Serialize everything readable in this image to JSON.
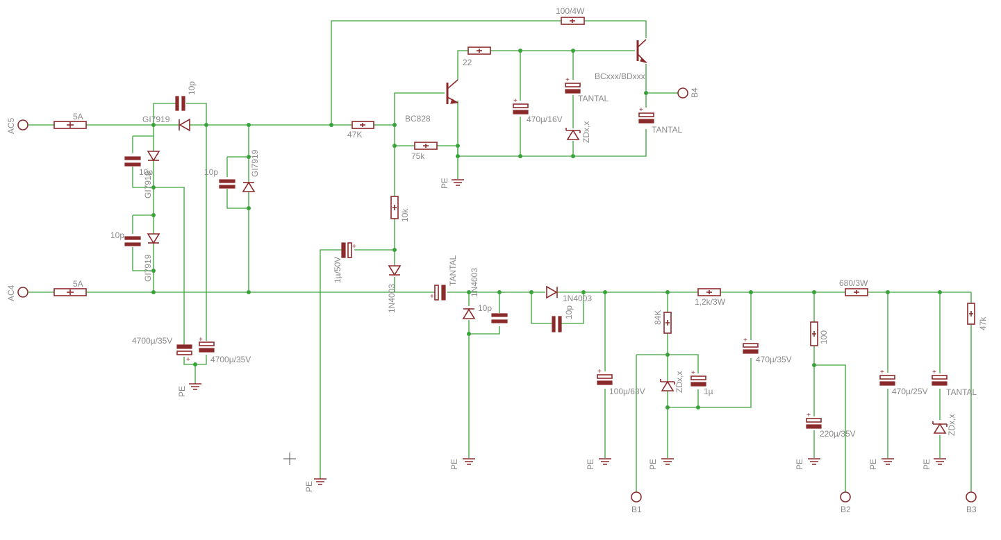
{
  "labels": {
    "ac5": "AC5",
    "ac4": "AC4",
    "fuse_top": "5A",
    "fuse_bot": "5A",
    "gi_top": "GI7919",
    "gi_left1": "GI7919",
    "gi_left2": "GI7919",
    "gi_mid": "GI7919",
    "c10p_top": "10p",
    "c10p_l1": "10p",
    "c10p_l2": "10p",
    "c10p_mid": "10p",
    "c4700_1": "4700µ/35V",
    "c4700_2": "4700µ/35V",
    "pe_1": "PE",
    "r47k": "47K",
    "r100_4w": "100/4W",
    "r22": "22",
    "bc828": "BC828",
    "r75k": "75k",
    "pe_2": "PE",
    "c470_16": "470µ/16V",
    "tantal_1": "TANTAL",
    "zdx_1": "ZDx,x",
    "bcxxx": "BCxxx/BDxxx",
    "b4": "B4",
    "tantal_2": "TANTAL",
    "r10k": "10k",
    "c1_50": "1µ/50V",
    "n4003_1": "1N4003",
    "tantal_3": "TANTAL",
    "n4003_2": "1N4003",
    "c10p_4": "10p",
    "n4003_3": "1N4003",
    "c10p_5": "10p",
    "pe_3": "PE",
    "pe_4": "PE",
    "c100_63": "100µ/63V",
    "pe_5": "PE",
    "r84k": "84K",
    "zdx_2": "ZDx,x",
    "c1u": "1µ",
    "pe_6": "PE",
    "r1_2k": "1,2k/3W",
    "c470_35": "470µ/35V",
    "r100": "100",
    "c220_35": "220µ/35V",
    "pe_7": "PE",
    "r680": "680/3W",
    "c470_25": "470µ/25V",
    "pe_8": "PE",
    "tantal_4": "TANTAL",
    "zdx_3": "ZDx,x",
    "pe_9": "PE",
    "r47k_2": "47k",
    "b1": "B1",
    "b2": "B2",
    "b3": "B3"
  }
}
